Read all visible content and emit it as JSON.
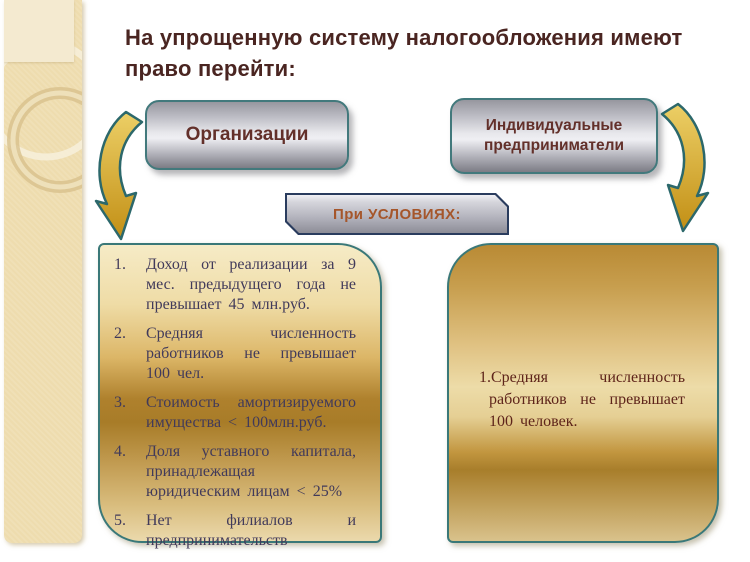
{
  "slide": {
    "title": {
      "line1": "На упрощенную систему налогообложения имеют",
      "line2": "право перейти:"
    },
    "shapes": {
      "organizations_label": "Организации",
      "entrepreneurs_label": "Индивидуальные предприниматели",
      "conditions_label": "При УСЛОВИЯХ:"
    },
    "conditions_list": {
      "items": [
        {
          "num": "1.",
          "text": "Доход от реализации за 9 мес. предыдущего года не превышает 45 млн.руб."
        },
        {
          "num": "2.",
          "text": "Средняя численность работников не превышает 100 чел."
        },
        {
          "num": "3.",
          "text": "Стоимость амортизируемого имущества < 100млн.руб."
        },
        {
          "num": "4.",
          "text": "Доля уставного капитала, принадлежащая юридическим лицам < 25%"
        },
        {
          "num": "5.",
          "text": "Нет филиалов и предпринимательств"
        }
      ]
    },
    "entrepreneur_conditions": {
      "text": "1.Средняя численность работников не превышает 100 человек."
    },
    "colors": {
      "title_text": "#4A2521",
      "shape_label_text": "#63302A",
      "conditions_label_text": "#A5562B",
      "list_text": "#413A5A",
      "right_panel_text": "#5E241A",
      "teal_border": "#42797C",
      "navy_border": "#2A3C5E",
      "arrow_fill": "#D9AC2B",
      "sidebar_background": "#EEDCAE"
    }
  }
}
